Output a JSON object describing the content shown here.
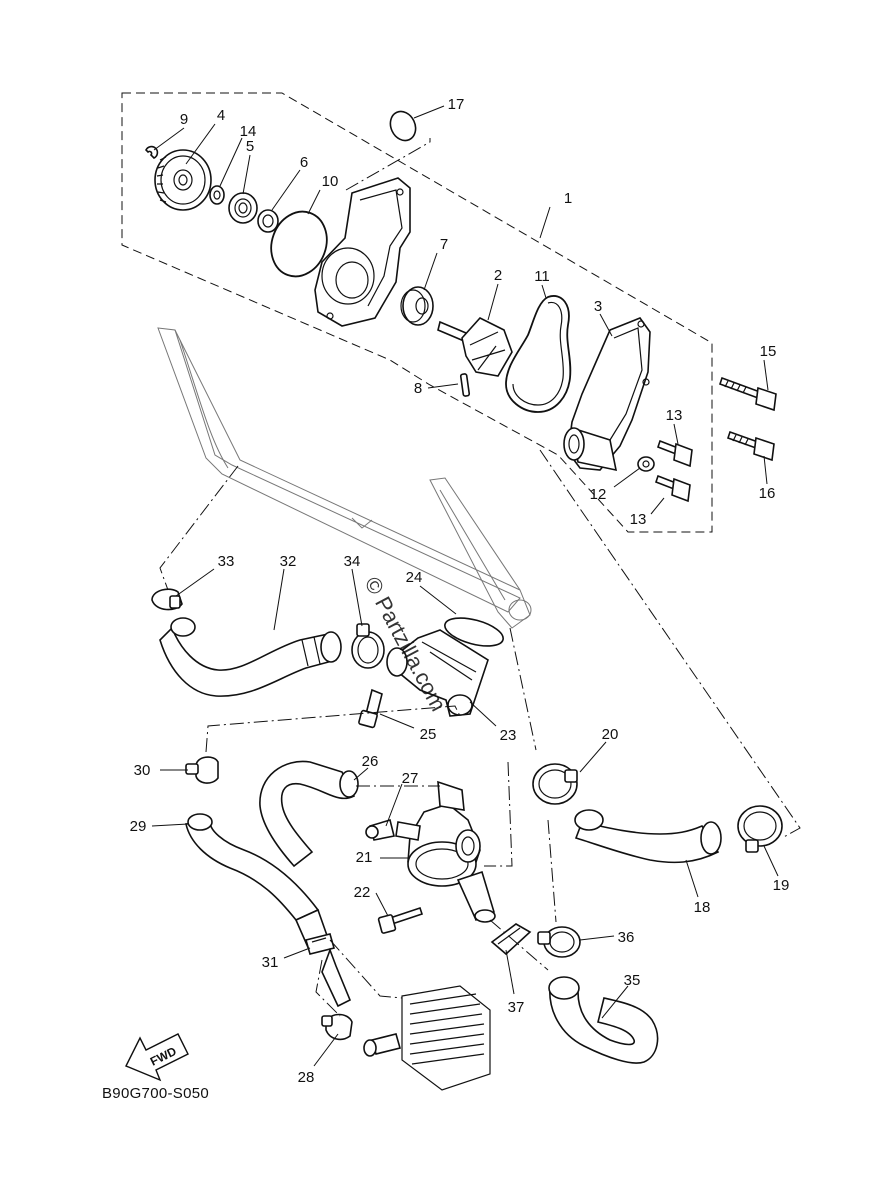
{
  "diagram": {
    "catalog_code": "B90G700-S050",
    "watermark": "© Partzilla.com",
    "fwd_label": "FWD",
    "callouts": [
      {
        "id": "c1",
        "label": "1"
      },
      {
        "id": "c2",
        "label": "2"
      },
      {
        "id": "c3",
        "label": "3"
      },
      {
        "id": "c4",
        "label": "4"
      },
      {
        "id": "c5",
        "label": "5"
      },
      {
        "id": "c6",
        "label": "6"
      },
      {
        "id": "c7",
        "label": "7"
      },
      {
        "id": "c8",
        "label": "8"
      },
      {
        "id": "c9",
        "label": "9"
      },
      {
        "id": "c10",
        "label": "10"
      },
      {
        "id": "c11",
        "label": "11"
      },
      {
        "id": "c12",
        "label": "12"
      },
      {
        "id": "c13a",
        "label": "13"
      },
      {
        "id": "c13b",
        "label": "13"
      },
      {
        "id": "c14",
        "label": "14"
      },
      {
        "id": "c15",
        "label": "15"
      },
      {
        "id": "c16",
        "label": "16"
      },
      {
        "id": "c17",
        "label": "17"
      },
      {
        "id": "c18",
        "label": "18"
      },
      {
        "id": "c19",
        "label": "19"
      },
      {
        "id": "c20",
        "label": "20"
      },
      {
        "id": "c21",
        "label": "21"
      },
      {
        "id": "c22",
        "label": "22"
      },
      {
        "id": "c23",
        "label": "23"
      },
      {
        "id": "c24",
        "label": "24"
      },
      {
        "id": "c25",
        "label": "25"
      },
      {
        "id": "c26",
        "label": "26"
      },
      {
        "id": "c27",
        "label": "27"
      },
      {
        "id": "c28",
        "label": "28"
      },
      {
        "id": "c29",
        "label": "29"
      },
      {
        "id": "c30",
        "label": "30"
      },
      {
        "id": "c31",
        "label": "31"
      },
      {
        "id": "c32",
        "label": "32"
      },
      {
        "id": "c33",
        "label": "33"
      },
      {
        "id": "c34",
        "label": "34"
      },
      {
        "id": "c35",
        "label": "35"
      },
      {
        "id": "c36",
        "label": "36"
      },
      {
        "id": "c37",
        "label": "37"
      }
    ]
  }
}
